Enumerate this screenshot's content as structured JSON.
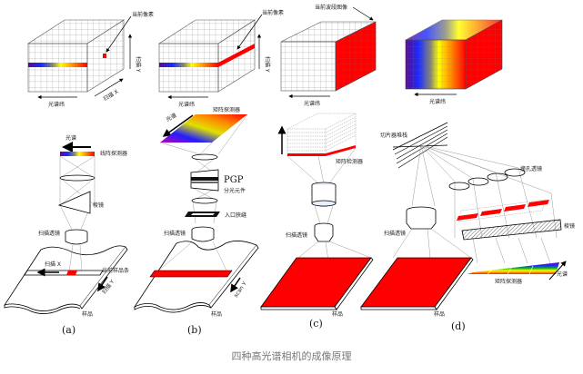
{
  "figure": {
    "caption": "四种高光谱相机的成像原理",
    "colors": {
      "highlight_red": "#ff0000",
      "grid_line": "#555555",
      "spectrum": [
        "#5b0a91",
        "#2a1ed8",
        "#1a3cff",
        "#8c8c6e",
        "#ffff00",
        "#ffb000",
        "#ff5a00",
        "#ff0000"
      ]
    },
    "cubes": [
      {
        "id": "a",
        "pointer_label": "当前像素",
        "axis_x_label": "扫描 X",
        "axis_y_label": "扫描 Y",
        "spectral_axis_label": "光谱纬"
      },
      {
        "id": "b",
        "pointer_label": "当前像素",
        "axis_y_label": "扫描 Y",
        "spectral_axis_label": "光谱纬"
      },
      {
        "id": "c",
        "pointer_label": "当前波段图像",
        "spectral_axis_label": "光谱纬"
      },
      {
        "id": "d",
        "spectral_axis_label": "光谱纬"
      }
    ],
    "panels": [
      {
        "id": "a",
        "label": "(a)",
        "spectrum_label": "光谱",
        "detector_label": "线阵探测器",
        "prism_label": "棱镜",
        "scan_lens_label": "扫描透镜",
        "scan_x_label": "扫描 X",
        "scan_y_label": "扫描 Y",
        "sample_label": "样品"
      },
      {
        "id": "b",
        "label": "(b)",
        "spectrum_label": "光谱",
        "detector_label": "矩阵探测器",
        "pgp_label": "PGP",
        "dispersive_label": "分光元件",
        "slit_label": "入口狭缝",
        "scan_lens_label": "扫描透镜",
        "current_strip_label": "当前样品条",
        "scan_y_label": "scan Y",
        "sample_label": "样品"
      },
      {
        "id": "c",
        "label": "(c)",
        "detector_label": "矩阵检测器",
        "scan_lens_label": "扫描透镜",
        "sample_label": "样品"
      },
      {
        "id": "d",
        "label": "(d)",
        "slicer_label": "切片器堆栈",
        "pinhole_label": "撞孔透镜",
        "prism_label": "棱镜",
        "scan_lens_label": "扫描透镜",
        "detector_label": "矩阵探测器",
        "spectrum_label": "光谱",
        "sample_label": "样品"
      }
    ]
  }
}
